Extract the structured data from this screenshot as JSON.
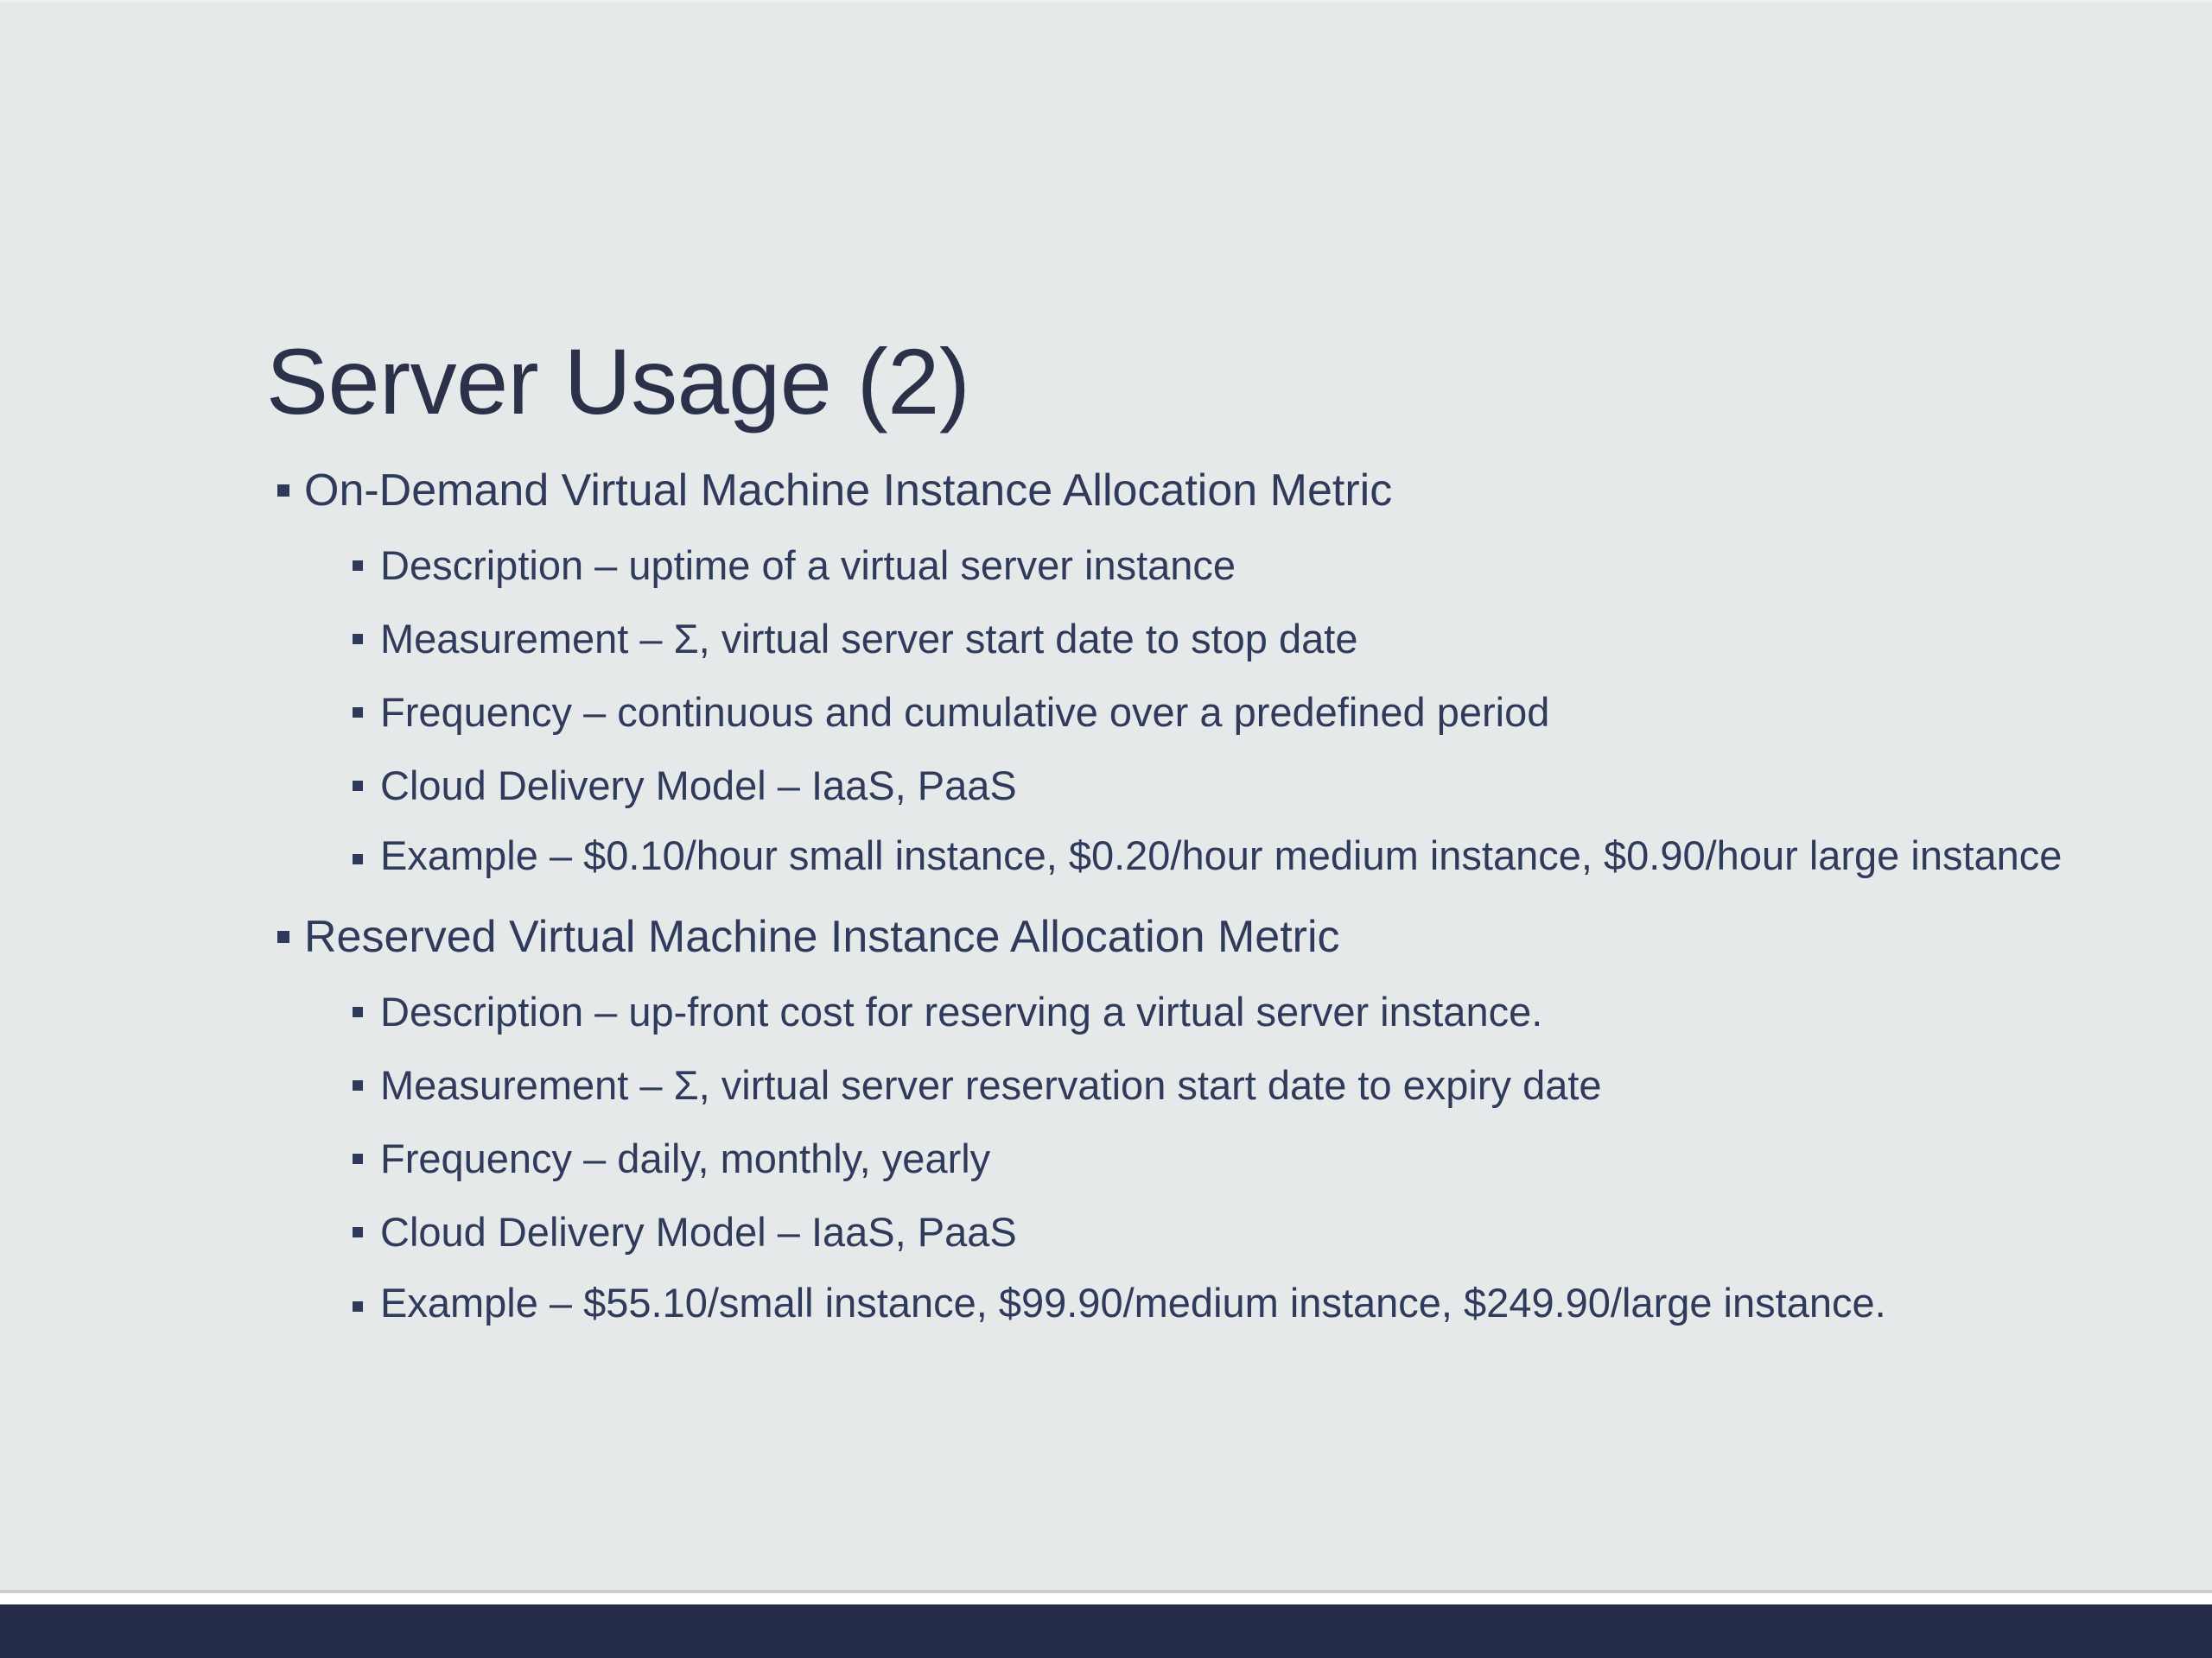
{
  "slide": {
    "title": "Server Usage (2)",
    "background_color": "#e5e9ea",
    "text_color": "#303b5b",
    "title_color": "#2a3149",
    "footer_band_color": "#242c47",
    "bullet_glyph": "square-bullet"
  },
  "content": {
    "groups": [
      {
        "heading": "On-Demand Virtual Machine Instance Allocation Metric",
        "items": [
          "Description – uptime of a virtual server instance",
          "Measurement – Σ, virtual server start date to stop date",
          "Frequency – continuous and cumulative over a predefined period",
          "Cloud Delivery Model – IaaS, PaaS",
          "Example – $0.10/hour small instance, $0.20/hour medium instance, $0.90/hour large instance"
        ]
      },
      {
        "heading": "Reserved Virtual Machine Instance Allocation Metric",
        "items": [
          "Description – up-front cost for reserving a virtual server instance.",
          "Measurement – Σ, virtual server reservation start date to expiry date",
          "Frequency – daily, monthly, yearly",
          "Cloud Delivery Model – IaaS, PaaS",
          "Example – $55.10/small instance, $99.90/medium instance, $249.90/large instance."
        ]
      }
    ]
  }
}
